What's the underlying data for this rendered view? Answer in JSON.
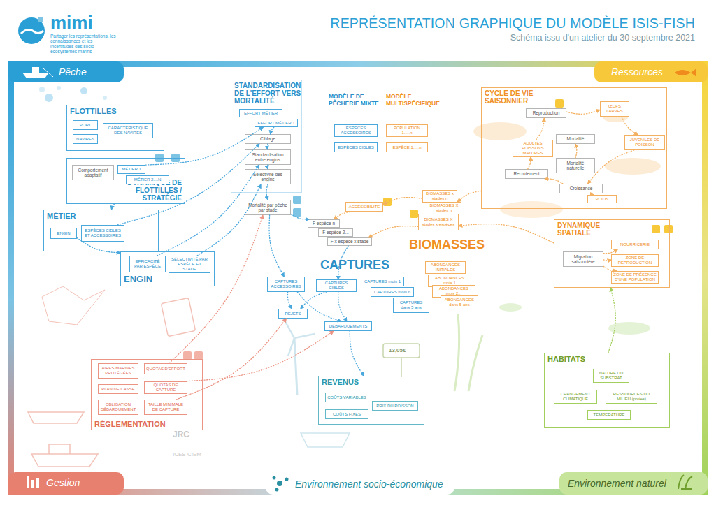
{
  "diagram": {
    "title": "REPRÉSENTATION GRAPHIQUE DU MODÈLE ISIS-FISH",
    "caption": "Schéma issu d'un atelier du 30 septembre 2021",
    "nodes": [
      {
        "text": [
          "FLOTTILLES"
        ]
      },
      {
        "text": [
          "PORT"
        ],
        "in": 0
      },
      {
        "text": [
          "NAVIRES"
        ],
        "in": 0
      },
      {
        "text": [
          "CARACTÉRISTIQUE DES NAVIRES"
        ],
        "in": 0
      },
      {
        "text": [
          "DYNAMIQUE DE FLOTTILLES / STRATÉGIE"
        ]
      },
      {
        "text": [
          "Comportement adaptatif"
        ],
        "in": 4
      },
      {
        "text": [
          "MÉTIER 1"
        ],
        "in": 4
      },
      {
        "text": [
          "MÉTIER 2....N"
        ],
        "in": 4
      },
      {
        "text": [
          "MÉTIER"
        ]
      },
      {
        "text": [
          "ENGIN"
        ],
        "in": 8
      },
      {
        "text": [
          "ESPÈCES CIBLES ET ACCESSOIRES"
        ],
        "in": 8
      },
      {
        "text": [
          "ENGIN"
        ]
      },
      {
        "text": [
          "EFFICACITÉ PAR ESPÈCE"
        ],
        "in": 11
      },
      {
        "text": [
          "SÉLECTIVITÉ PAR ESPÈCE ET STADE"
        ],
        "in": 11
      },
      {
        "text": [
          "STANDARDISATION DE L'EFFORT VERS MORTALITÉ"
        ]
      },
      {
        "text": [
          "EFFORT MÉTIER"
        ],
        "in": 14
      },
      {
        "text": [
          "EFFORT MÉTIER 1"
        ],
        "in": 14
      },
      {
        "text": [
          "Ciblage"
        ],
        "in": 14
      },
      {
        "text": [
          "Standardisation entre engins"
        ],
        "in": 14
      },
      {
        "text": [
          "Sélectivité des engins"
        ],
        "in": 14
      },
      {
        "text": [
          "Mortalité par pêche par stade"
        ]
      },
      {
        "text": [
          "ACCESSIBILITÉ"
        ]
      },
      {
        "text": [
          "F espèce n"
        ]
      },
      {
        "text": [
          "F espèce 2..."
        ]
      },
      {
        "text": [
          "F x espèce x stade"
        ]
      },
      {
        "text": [
          "ESPÈCES ACCESSOIRES"
        ]
      },
      {
        "text": [
          "ESPÈCES CIBLES"
        ]
      },
      {
        "text": [
          "POPULATION 1.....n"
        ]
      },
      {
        "text": [
          "ESPÈCE 1.....n"
        ]
      },
      {
        "text": [
          "CAPTURES ACCESSOIRES"
        ]
      },
      {
        "text": [
          "CAPTURES CIBLES"
        ]
      },
      {
        "text": [
          "CAPTURES mois 1"
        ]
      },
      {
        "text": [
          "CAPTURES mois n"
        ]
      },
      {
        "text": [
          "CAPTURES dans 5 ans"
        ]
      },
      {
        "text": [
          "REJETS"
        ]
      },
      {
        "text": [
          "DÉBARQUEMENTS"
        ]
      },
      {
        "text": [
          "REVENUS"
        ]
      },
      {
        "text": [
          "COÛTS VARIABLES"
        ],
        "in": 36
      },
      {
        "text": [
          "COÛTS FIXES"
        ],
        "in": 36
      },
      {
        "text": [
          "PRIX DU POISSON"
        ],
        "in": 36
      },
      {
        "text": [
          "RÉGLEMENTATION"
        ]
      },
      {
        "text": [
          "AIRES MARINES PROTÉGÉES"
        ],
        "in": 40
      },
      {
        "text": [
          "PLAN DE CASSE"
        ],
        "in": 40
      },
      {
        "text": [
          "OBLIGATION DÉBARQUEMENT"
        ],
        "in": 40
      },
      {
        "text": [
          "QUOTAS D'EFFORT"
        ],
        "in": 40
      },
      {
        "text": [
          "QUOTAS DE CAPTURE"
        ],
        "in": 40
      },
      {
        "text": [
          "TAILLE MINIMALE DE CAPTURE"
        ],
        "in": 40
      },
      {
        "text": [
          "BIOMASSES x stades n"
        ]
      },
      {
        "text": [
          "BIOMASSES X stades n"
        ]
      },
      {
        "text": [
          "BIOMASSES X stades x espèces"
        ]
      },
      {
        "text": [
          "ABONDANCES INITIALES"
        ]
      },
      {
        "text": [
          "ABONDANCES mois 1"
        ]
      },
      {
        "text": [
          "ABONDANCES mois 2..."
        ]
      },
      {
        "text": [
          "ABONDANCES dans 5 ans"
        ]
      },
      {
        "text": [
          "CYCLE DE VIE SAISONNIER"
        ]
      },
      {
        "text": [
          "Reproduction"
        ],
        "in": 54
      },
      {
        "text": [
          "ŒUFS LARVES"
        ],
        "in": 54
      },
      {
        "text": [
          "JUVÉNILES DE POISSON"
        ],
        "in": 54
      },
      {
        "text": [
          "ADULTES POISSONS MATURES"
        ],
        "in": 54
      },
      {
        "text": [
          "Mortalité"
        ],
        "in": 54
      },
      {
        "text": [
          "Mortalité naturelle"
        ],
        "in": 54
      },
      {
        "text": [
          "Recrutement"
        ],
        "in": 54
      },
      {
        "text": [
          "Croissance"
        ],
        "in": 54
      },
      {
        "text": [
          "POIDS"
        ],
        "in": 54
      },
      {
        "text": [
          "DYNAMIQUE SPATIALE"
        ]
      },
      {
        "text": [
          "Migration saisonnière"
        ],
        "in": 64
      },
      {
        "text": [
          "NOURRICERIE"
        ],
        "in": 64
      },
      {
        "text": [
          "ZONE DE REPRODUCTION"
        ],
        "in": 64
      },
      {
        "text": [
          "ZONE DE PRÉSENCE D'UNE POPULATION"
        ],
        "in": 64
      },
      {
        "text": [
          "HABITATS"
        ]
      },
      {
        "text": [
          "NATURE DU SUBSTRAT"
        ],
        "in": 69
      },
      {
        "text": [
          "CHANGEMENT CLIMATIQUE"
        ],
        "in": 69
      },
      {
        "text": [
          "RESSOURCES DU MILIEU (proies)"
        ],
        "in": 69
      },
      {
        "text": [
          "TEMPÉRATURE"
        ],
        "in": 69
      }
    ],
    "edges": [
      {
        "from": 4,
        "to": 8,
        "arrow": "to"
      },
      {
        "from": 6,
        "to": 16,
        "arrow": "to"
      },
      {
        "from": 10,
        "to": 17,
        "arrow": "to"
      },
      {
        "from": 9,
        "to": 11,
        "arrow": "to"
      },
      {
        "from": 12,
        "to": 18,
        "arrow": "to"
      },
      {
        "from": 13,
        "to": 19,
        "arrow": "to"
      },
      {
        "from": 16,
        "to": 17,
        "arrow": "to"
      },
      {
        "from": 17,
        "to": 18,
        "arrow": "to"
      },
      {
        "from": 18,
        "to": 19,
        "arrow": "to"
      },
      {
        "from": 19,
        "to": 20,
        "arrow": "to"
      },
      {
        "from": 20,
        "to": 22,
        "arrow": "to"
      },
      {
        "from": 21,
        "to": 22,
        "arrow": "to"
      },
      {
        "from": 47,
        "to": 21,
        "arrow": "to"
      },
      {
        "from": 49,
        "to": 24,
        "arrow": "to"
      },
      {
        "from": 24,
        "to": 30,
        "arrow": "to"
      },
      {
        "from": 20,
        "to": 29,
        "arrow": "to"
      },
      {
        "from": 29,
        "to": 34,
        "arrow": "to"
      },
      {
        "from": 29,
        "to": 35,
        "arrow": "to"
      },
      {
        "from": 30,
        "to": 34,
        "arrow": "to"
      },
      {
        "from": 30,
        "to": 35,
        "arrow": "to"
      },
      {
        "from": 35,
        "to": 36,
        "arrow": "to"
      },
      {
        "from": 44,
        "to": 20,
        "arrow": "to"
      },
      {
        "from": 45,
        "to": 35,
        "arrow": "to"
      },
      {
        "from": 46,
        "to": 34,
        "arrow": "to"
      },
      {
        "from": 54,
        "to": 48,
        "arrow": "to"
      },
      {
        "from": 64,
        "to": 49,
        "arrow": "to"
      },
      {
        "from": 55,
        "to": 56,
        "arrow": "to"
      },
      {
        "from": 56,
        "to": 57,
        "arrow": "to"
      },
      {
        "from": 57,
        "to": 62,
        "arrow": "to"
      },
      {
        "from": 62,
        "to": 61,
        "arrow": "to"
      },
      {
        "from": 61,
        "to": 58,
        "arrow": "to"
      },
      {
        "from": 58,
        "to": 55,
        "arrow": "to"
      },
      {
        "from": 60,
        "to": 59,
        "arrow": "to"
      },
      {
        "from": 62,
        "to": 63,
        "arrow": "to"
      },
      {
        "from": 65,
        "to": 66,
        "arrow": "to"
      },
      {
        "from": 65,
        "to": 67,
        "arrow": "to"
      },
      {
        "from": 65,
        "to": 68,
        "arrow": "to"
      },
      {
        "from": 69,
        "to": 64,
        "arrow": "to"
      }
    ],
    "labels": [
      "mimi",
      "Partager les représentations, les connaissances et les incertitudes des socio-écosystèmes marins",
      "Pêche",
      "Ressources",
      "Gestion",
      "Environnement socio-économique",
      "Environnement naturel",
      "MODÈLE DE PÊCHERIE MIXTE",
      "MODÈLE MULTISPÉCIFIQUE",
      "CAPTURES",
      "BIOMASSES",
      "13,05€",
      "JRC",
      "ICES CIEM"
    ]
  }
}
